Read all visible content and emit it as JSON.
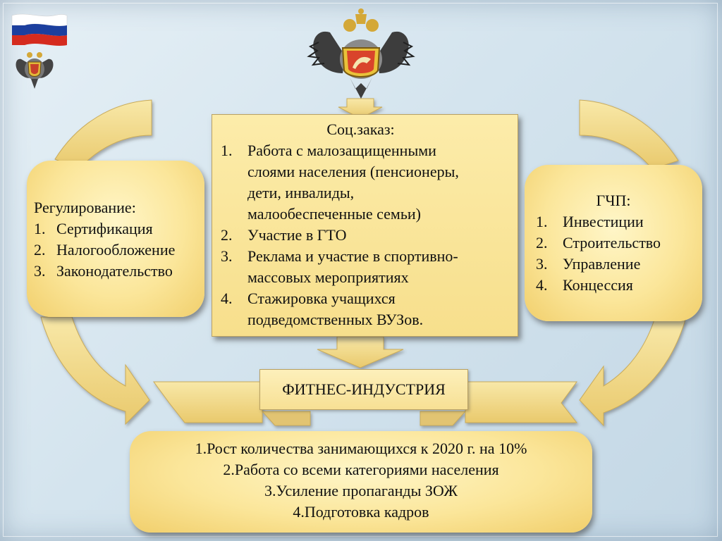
{
  "left_box": {
    "title": "Регулирование:",
    "items": [
      {
        "num": "1.",
        "text": "Сертификация"
      },
      {
        "num": "2.",
        "text": "Налогообложение"
      },
      {
        "num": "3.",
        "text": "Законодательство"
      }
    ]
  },
  "center_box": {
    "title": "Соц.заказ:",
    "items": [
      {
        "num": "1.",
        "line1": "Работа с малозащищенными",
        "line2": "слоями населения (пенсионеры,",
        "line3": "дети, инвалиды,",
        "line4": "малообеспеченные семьи)"
      },
      {
        "num": "2.",
        "line1": "Участие в ГТО"
      },
      {
        "num": "3.",
        "line1": "Реклама и участие  в спортивно-",
        "line2": "массовых мероприятиях"
      },
      {
        "num": "4.",
        "line1": "Стажировка учащихся",
        "line2": "подведомственных ВУЗов."
      }
    ]
  },
  "right_box": {
    "title": "ГЧП:",
    "items": [
      {
        "num": "1.",
        "text": "Инвестиции"
      },
      {
        "num": "2.",
        "text": "Строительство"
      },
      {
        "num": "3.",
        "text": "Управление"
      },
      {
        "num": "4.",
        "text": "Концессия"
      }
    ]
  },
  "banner": {
    "label": "ФИТНЕС-ИНДУСТРИЯ"
  },
  "results": {
    "lines": [
      "1.Рост количества занимающихся к 2020 г. на 10%",
      "2.Работа со всеми категориями населения",
      "3.Усиление пропаганды ЗОЖ",
      "4.Подготовка кадров"
    ]
  },
  "colors": {
    "box_fill": "#fbe69a",
    "arrow_fill": "#f4dc8e",
    "arrow_stroke": "#c9ab5a",
    "flag_white": "#ffffff",
    "flag_blue": "#1c3f9e",
    "flag_red": "#d52b1e"
  },
  "icons": {
    "flag": "russian-flag-icon",
    "small_emblem": "double-headed-eagle-emblem-icon",
    "large_emblem": "sports-ministry-eagle-emblem-icon"
  }
}
